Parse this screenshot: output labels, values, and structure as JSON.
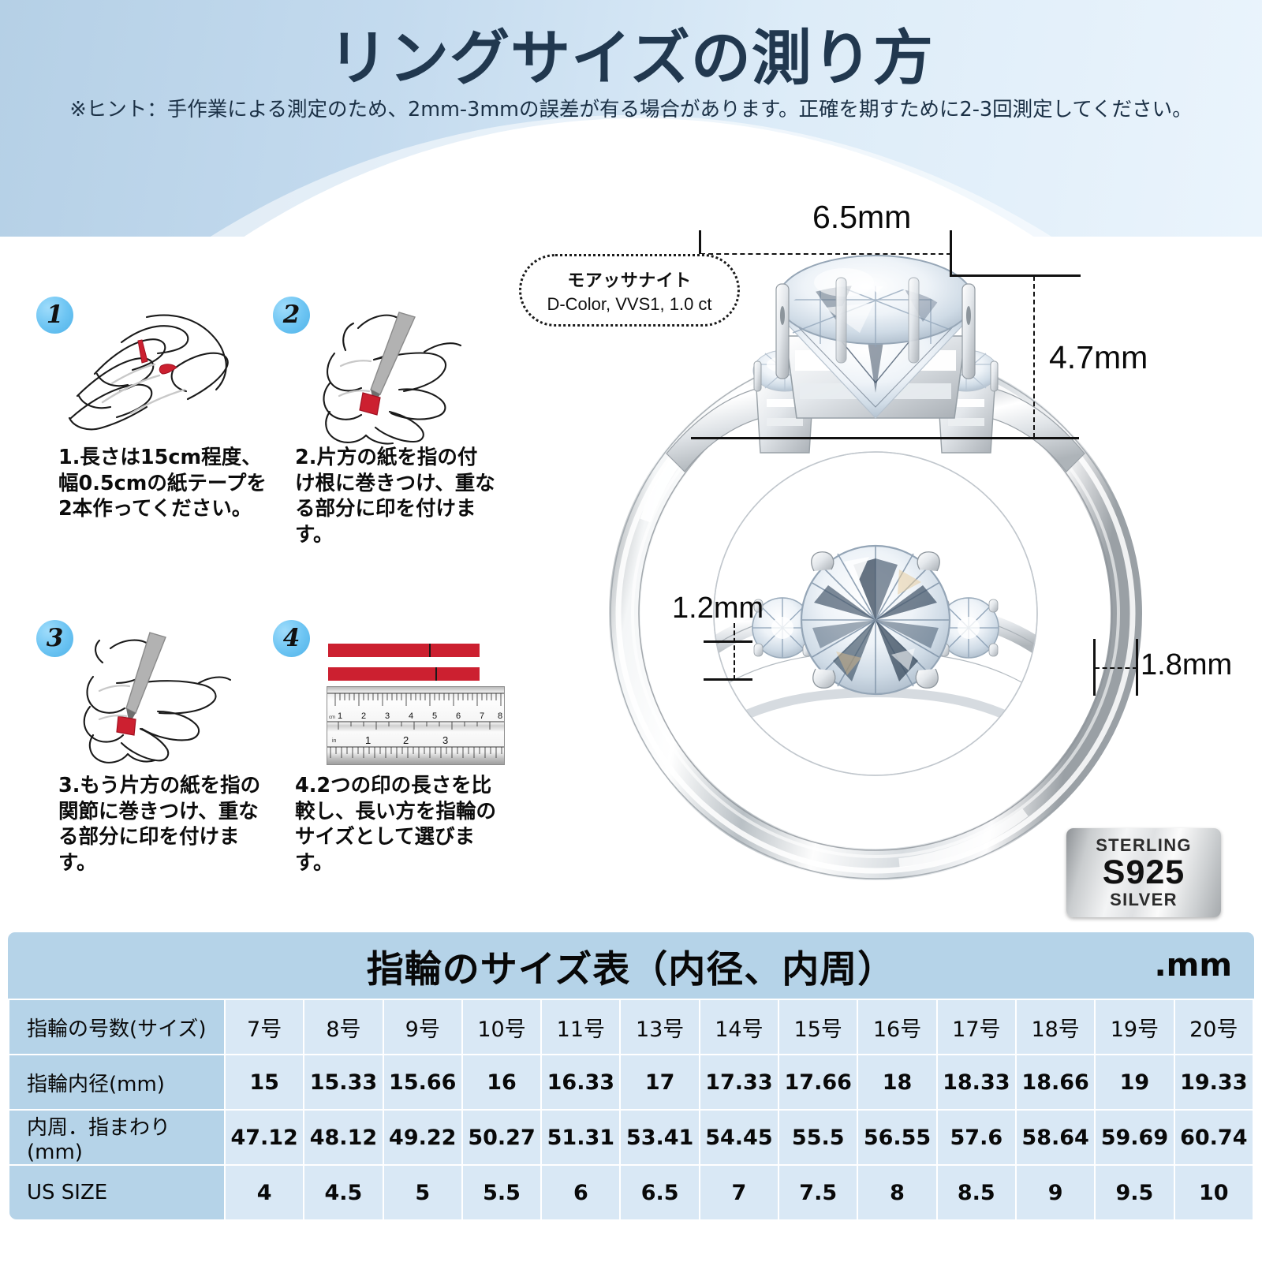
{
  "header": {
    "title": "リングサイズの測り方",
    "hint": "※ヒント：手作業による測定のため、2mm-3mmの誤差が有る場合があります。正確を期すために2-3回測定してください。",
    "band_color": "#b5d0e6"
  },
  "steps": [
    {
      "number": "1",
      "text": "1.長さは15cm程度、幅0.5cmの紙テープを2本作ってください。",
      "art": "hand-two-tapes"
    },
    {
      "number": "2",
      "text": "2.片方の紙を指の付け根に巻きつけ、重なる部分に印を付けます。",
      "art": "hand-pen-base"
    },
    {
      "number": "3",
      "text": "3.もう片方の紙を指の関節に巻きつけ、重なる部分に印を付けます。",
      "art": "hand-pen-knuckle"
    },
    {
      "number": "4",
      "text": "4.2つの印の長さを比較し、長い方を指輪のサイズとして選びます。",
      "art": "ruler-tapes"
    }
  ],
  "ring": {
    "callout": {
      "line1": "モアッサナイト",
      "line2": "D-Color, VVS1, 1.0 ct"
    },
    "dimensions": {
      "stone_width": "6.5mm",
      "setting_height": "4.7mm",
      "side_stone_height": "1.2mm",
      "band_thickness": "1.8mm"
    },
    "badge": {
      "top": "STERLING",
      "middle": "S925",
      "bottom": "SILVER"
    }
  },
  "size_table": {
    "title": "指輪のサイズ表（内径、内周）",
    "unit": ".mm",
    "rows": [
      {
        "label": "指輪の号数(サイズ)",
        "values": [
          "7号",
          "8号",
          "9号",
          "10号",
          "11号",
          "13号",
          "14号",
          "15号",
          "16号",
          "17号",
          "18号",
          "19号",
          "20号"
        ]
      },
      {
        "label": "指輪内径(mm)",
        "values": [
          "15",
          "15.33",
          "15.66",
          "16",
          "16.33",
          "17",
          "17.33",
          "17.66",
          "18",
          "18.33",
          "18.66",
          "19",
          "19.33"
        ]
      },
      {
        "label": "内周．指まわり(mm)",
        "values": [
          "47.12",
          "48.12",
          "49.22",
          "50.27",
          "51.31",
          "53.41",
          "54.45",
          "55.5",
          "56.55",
          "57.6",
          "58.64",
          "59.69",
          "60.74"
        ]
      },
      {
        "label": "US SIZE",
        "values": [
          "4",
          "4.5",
          "5",
          "5.5",
          "6",
          "6.5",
          "7",
          "7.5",
          "8",
          "8.5",
          "9",
          "9.5",
          "10"
        ]
      }
    ]
  },
  "colors": {
    "header_blue": "#b5d0e6",
    "table_head_blue": "#b5d3e8",
    "table_cell_blue": "#d9e8f5",
    "badge_blue": "#6ec5f3",
    "tape_red": "#cc2030",
    "title_navy": "#21384f"
  }
}
